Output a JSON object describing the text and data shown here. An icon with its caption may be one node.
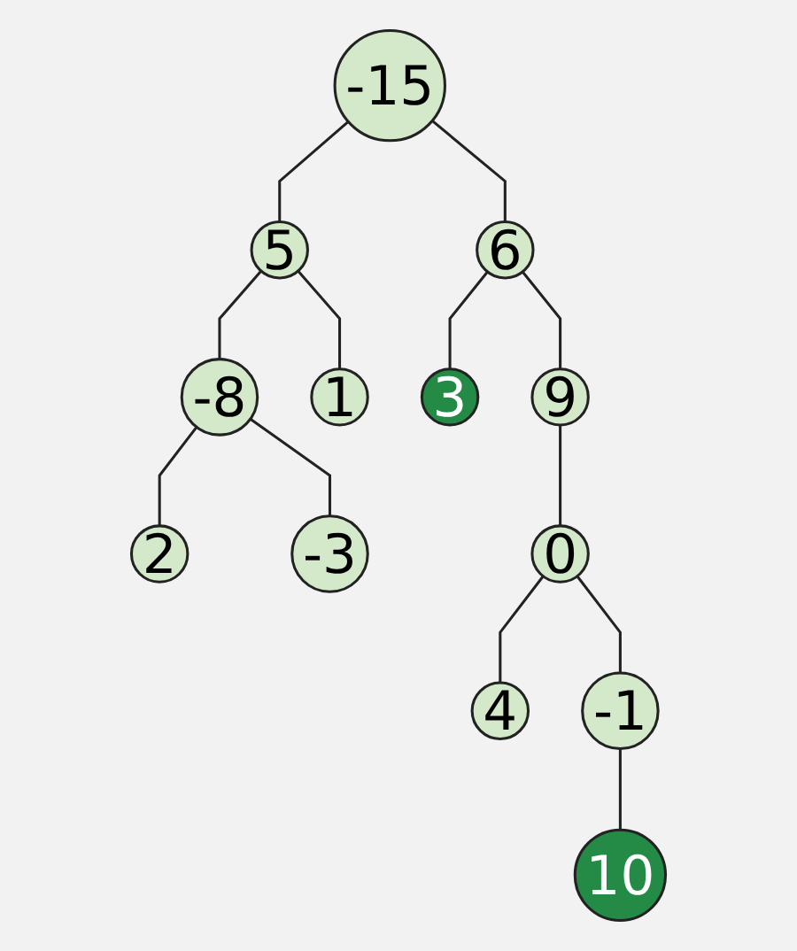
{
  "diagram": {
    "nodes": [
      {
        "text": [
          "-15"
        ]
      },
      {
        "text": [
          "5"
        ]
      },
      {
        "text": [
          "6"
        ]
      },
      {
        "text": [
          "-8"
        ]
      },
      {
        "text": [
          "1"
        ]
      },
      {
        "text": [
          "3"
        ]
      },
      {
        "text": [
          "9"
        ]
      },
      {
        "text": [
          "2"
        ]
      },
      {
        "text": [
          "-3"
        ]
      },
      {
        "text": [
          "0"
        ]
      },
      {
        "text": [
          "4"
        ]
      },
      {
        "text": [
          "-1"
        ]
      },
      {
        "text": [
          "10"
        ]
      }
    ],
    "edges": [
      {
        "from": 0,
        "to": 1,
        "arrow": "none"
      },
      {
        "from": 0,
        "to": 2,
        "arrow": "none"
      },
      {
        "from": 1,
        "to": 3,
        "arrow": "none"
      },
      {
        "from": 1,
        "to": 4,
        "arrow": "none"
      },
      {
        "from": 2,
        "to": 5,
        "arrow": "none"
      },
      {
        "from": 2,
        "to": 6,
        "arrow": "none"
      },
      {
        "from": 3,
        "to": 7,
        "arrow": "none"
      },
      {
        "from": 3,
        "to": 8,
        "arrow": "none"
      },
      {
        "from": 6,
        "to": 9,
        "arrow": "none"
      },
      {
        "from": 9,
        "to": 10,
        "arrow": "none"
      },
      {
        "from": 9,
        "to": 11,
        "arrow": "none"
      },
      {
        "from": 11,
        "to": 12,
        "arrow": "none"
      }
    ]
  }
}
